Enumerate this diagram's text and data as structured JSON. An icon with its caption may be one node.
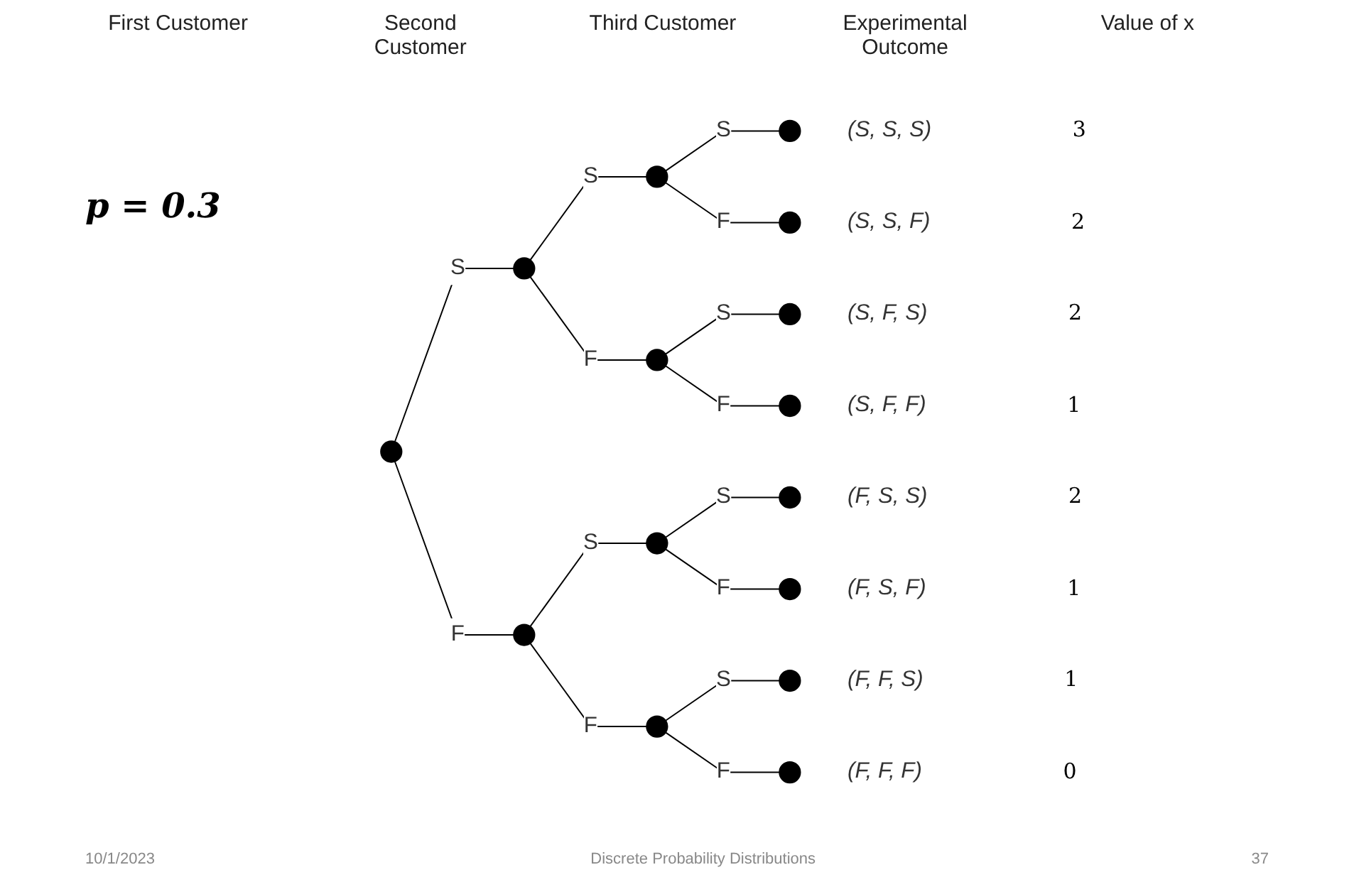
{
  "diagram": {
    "nodes": [
      {
        "text": [],
        "shape": "circle"
      },
      {
        "text": [],
        "shape": "circle"
      },
      {
        "text": [],
        "shape": "circle"
      },
      {
        "text": [],
        "shape": "circle"
      },
      {
        "text": [],
        "shape": "circle"
      },
      {
        "text": [],
        "shape": "circle"
      },
      {
        "text": [],
        "shape": "circle"
      },
      {
        "text": [],
        "shape": "circle",
        "beside": [
          "(S, S, S)"
        ]
      },
      {
        "text": [],
        "shape": "circle",
        "beside": [
          "(S, S, F)"
        ]
      },
      {
        "text": [],
        "shape": "circle",
        "beside": [
          "(S, F, S)"
        ]
      },
      {
        "text": [],
        "shape": "circle",
        "beside": [
          "(S, F, F)"
        ]
      },
      {
        "text": [],
        "shape": "circle",
        "beside": [
          "(F, S, S)"
        ]
      },
      {
        "text": [],
        "shape": "circle",
        "beside": [
          "(F, S, F)"
        ]
      },
      {
        "text": [],
        "shape": "circle",
        "beside": [
          "(F, F, S)"
        ]
      },
      {
        "text": [],
        "shape": "circle",
        "beside": [
          "(F, F, F)"
        ]
      }
    ],
    "edges": [
      {
        "from": 0,
        "to": 1,
        "arrow": "none",
        "label": "S"
      },
      {
        "from": 0,
        "to": 2,
        "arrow": "none",
        "label": "F"
      },
      {
        "from": 1,
        "to": 3,
        "arrow": "none",
        "label": "S"
      },
      {
        "from": 1,
        "to": 4,
        "arrow": "none",
        "label": "F"
      },
      {
        "from": 2,
        "to": 5,
        "arrow": "none",
        "label": "S"
      },
      {
        "from": 2,
        "to": 6,
        "arrow": "none",
        "label": "F"
      },
      {
        "from": 3,
        "to": 7,
        "arrow": "none",
        "label": "S"
      },
      {
        "from": 3,
        "to": 8,
        "arrow": "none",
        "label": "F"
      },
      {
        "from": 4,
        "to": 9,
        "arrow": "none",
        "label": "S"
      },
      {
        "from": 4,
        "to": 10,
        "arrow": "none",
        "label": "F"
      },
      {
        "from": 5,
        "to": 11,
        "arrow": "none",
        "label": "S"
      },
      {
        "from": 5,
        "to": 12,
        "arrow": "none",
        "label": "F"
      },
      {
        "from": 6,
        "to": 13,
        "arrow": "none",
        "label": "S"
      },
      {
        "from": 6,
        "to": 14,
        "arrow": "none",
        "label": "F"
      }
    ],
    "labels": [
      "First Customer",
      "Second Customer",
      "Third Customer",
      "Experimental Outcome",
      "Value of x",
      "p = 0.3",
      "3",
      "2",
      "2",
      "1",
      "2",
      "1",
      "1",
      "0",
      "10/1/2023",
      "Discrete Probability Distributions",
      "37"
    ]
  }
}
